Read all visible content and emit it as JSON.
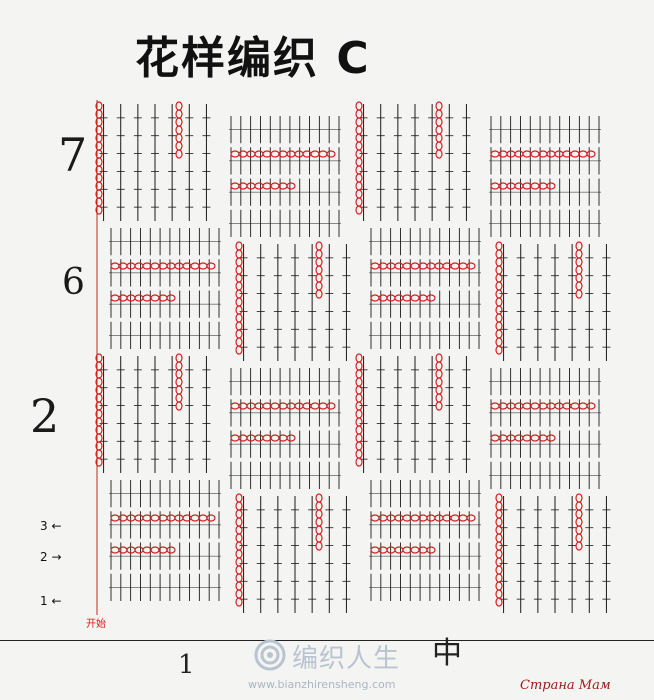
{
  "title": "花样编织 C",
  "row_labels": [
    "7",
    "6",
    "2",
    "3",
    "2",
    "1"
  ],
  "start_label": "开始",
  "bottom_left_mark": "1",
  "bottom_right_mark": "中",
  "watermark": {
    "name": "编织人生",
    "url": "www.bianzhirensheng.com",
    "brand": "Страна Мам"
  },
  "colors": {
    "ink": "#1a1a1a",
    "accent": "#d02020",
    "bg": "#f4f4f2"
  }
}
